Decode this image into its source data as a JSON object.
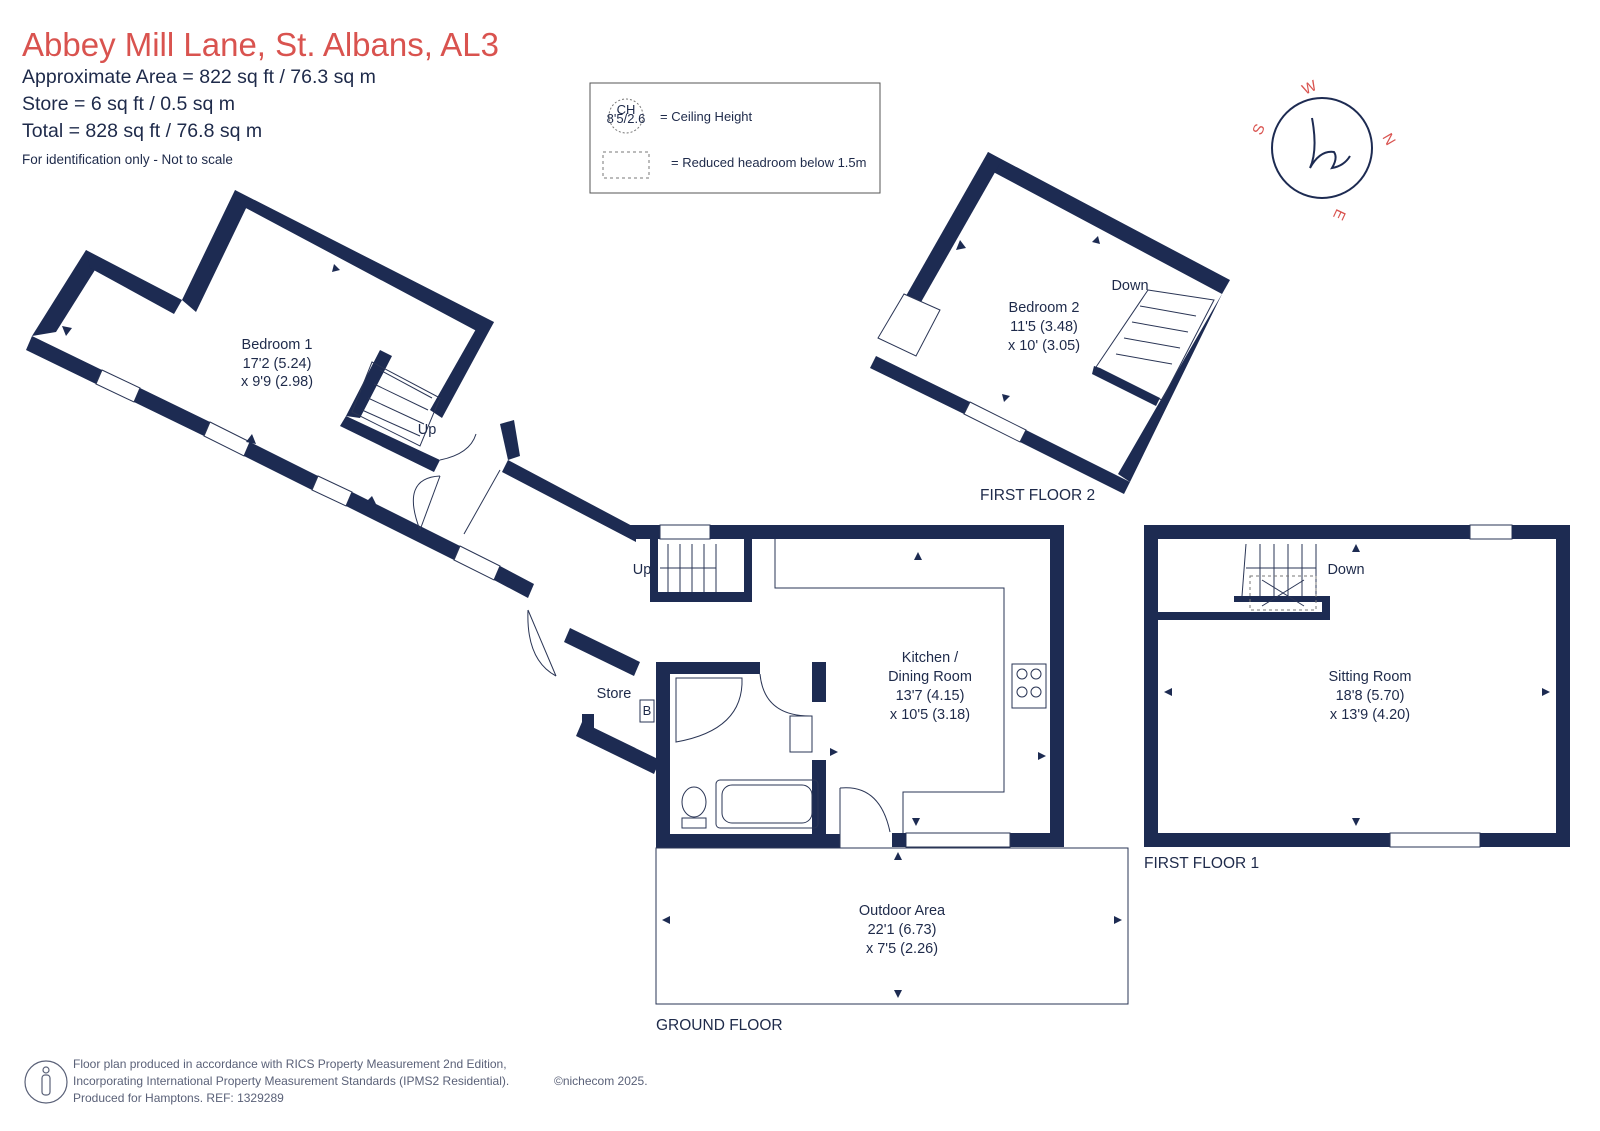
{
  "header": {
    "title": "Abbey Mill Lane, St. Albans, AL3",
    "area": "Approximate Area = 822 sq ft / 76.3 sq m",
    "store": "Store = 6 sq ft / 0.5 sq m",
    "total": "Total = 828 sq ft / 76.8 sq m",
    "note": "For identification only - Not to scale"
  },
  "legend": {
    "ch_top": "CH",
    "ch_bottom": "8'5/2.6",
    "ceiling": "= Ceiling Height",
    "reduced": "= Reduced headroom below 1.5m"
  },
  "compass": {
    "w": "W",
    "n": "N",
    "s": "S",
    "e": "E",
    "logo": "h"
  },
  "rooms": {
    "bedroom1": {
      "name": "Bedroom 1",
      "dim1": "17'2 (5.24)",
      "dim2": "x 9'9 (2.98)"
    },
    "bedroom2": {
      "name": "Bedroom 2",
      "dim1": "11'5 (3.48)",
      "dim2": "x 10' (3.05)"
    },
    "kitchen": {
      "name1": "Kitchen /",
      "name2": "Dining Room",
      "dim1": "13'7 (4.15)",
      "dim2": "x 10'5 (3.18)"
    },
    "sitting": {
      "name": "Sitting Room",
      "dim1": "18'8 (5.70)",
      "dim2": "x 13'9 (4.20)"
    },
    "outdoor": {
      "name": "Outdoor Area",
      "dim1": "22'1 (6.73)",
      "dim2": "x 7'5 (2.26)"
    },
    "store": {
      "name": "Store",
      "boiler": "B"
    }
  },
  "stairs": {
    "up1": "Up",
    "up2": "Up",
    "down1": "Down",
    "down2": "Down"
  },
  "floors": {
    "ground": "GROUND FLOOR",
    "first1": "FIRST FLOOR 1",
    "first2": "FIRST FLOOR 2"
  },
  "footer": {
    "line1": "Floor plan produced in accordance with RICS Property Measurement 2nd Edition,",
    "line2": "Incorporating International Property Measurement Standards (IPMS2 Residential).",
    "copyright": "©nichecom 2025.",
    "line3": "Produced for Hamptons.  REF: 1329289"
  },
  "colors": {
    "title": "#d9534f",
    "wall": "#1d2b52",
    "text": "#1e2a4a"
  }
}
